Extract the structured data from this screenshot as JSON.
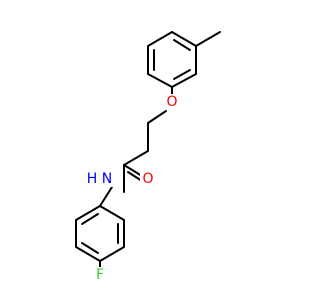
{
  "molecule": {
    "atoms": {
      "oxygen_ether": {
        "symbol": "O",
        "color": "#ff0000"
      },
      "oxygen_carbonyl": {
        "symbol": "O",
        "color": "#ff0000"
      },
      "nitrogen": {
        "symbol": "N",
        "color": "#0000ff"
      },
      "hydrogen": {
        "symbol": "H",
        "color": "#0000ff"
      },
      "fluorine": {
        "symbol": "F",
        "color": "#33cc33"
      }
    }
  }
}
